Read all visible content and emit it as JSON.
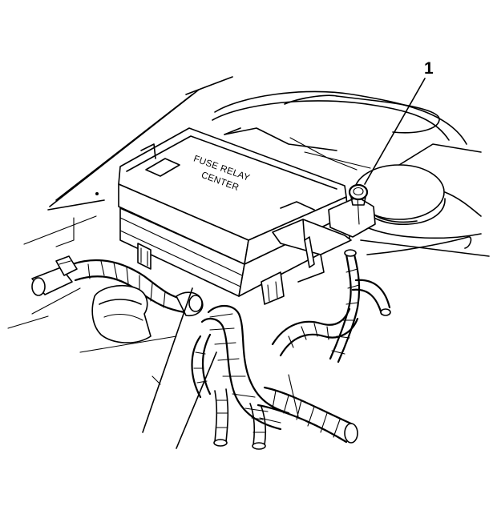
{
  "callouts": [
    {
      "number": "1"
    }
  ],
  "box_label": {
    "line1": "FUSE RELAY",
    "line2": "CENTER"
  }
}
